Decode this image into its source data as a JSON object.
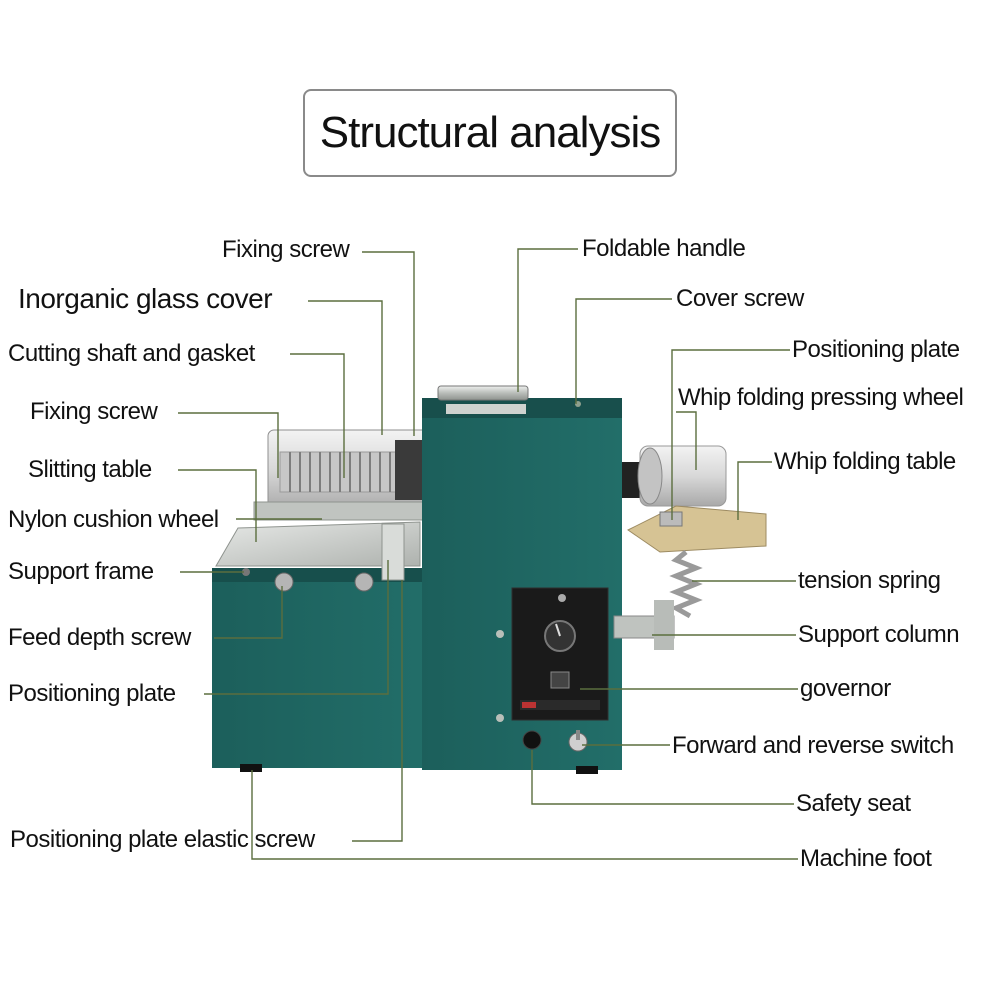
{
  "title": "Structural analysis",
  "colors": {
    "machine_body": "#1f6662",
    "machine_dark": "#164f4c",
    "leader_line": "#5b6e3e",
    "silver": "#c9ccc9",
    "wood_table": "#d9c79d"
  },
  "labels": {
    "fixing_screw_top": "Fixing screw",
    "inorganic_glass_cover": "Inorganic glass cover",
    "cutting_shaft_and_gasket": "Cutting shaft and gasket",
    "fixing_screw_left": "Fixing screw",
    "slitting_table": "Slitting table",
    "nylon_cushion_wheel": "Nylon cushion wheel",
    "support_frame": "Support frame",
    "feed_depth_screw": "Feed depth screw",
    "positioning_plate_left": "Positioning plate",
    "positioning_plate_elastic_screw": "Positioning plate elastic screw",
    "foldable_handle": "Foldable handle",
    "cover_screw": "Cover screw",
    "positioning_plate_right": "Positioning plate",
    "whip_folding_pressing_wheel": "Whip folding pressing wheel",
    "whip_folding_table": "Whip folding table",
    "tension_spring": "tension spring",
    "support_column": "Support column",
    "governor": "governor",
    "forward_and_reverse_switch": "Forward and reverse switch",
    "safety_seat": "Safety seat",
    "machine_foot": "Machine foot"
  }
}
